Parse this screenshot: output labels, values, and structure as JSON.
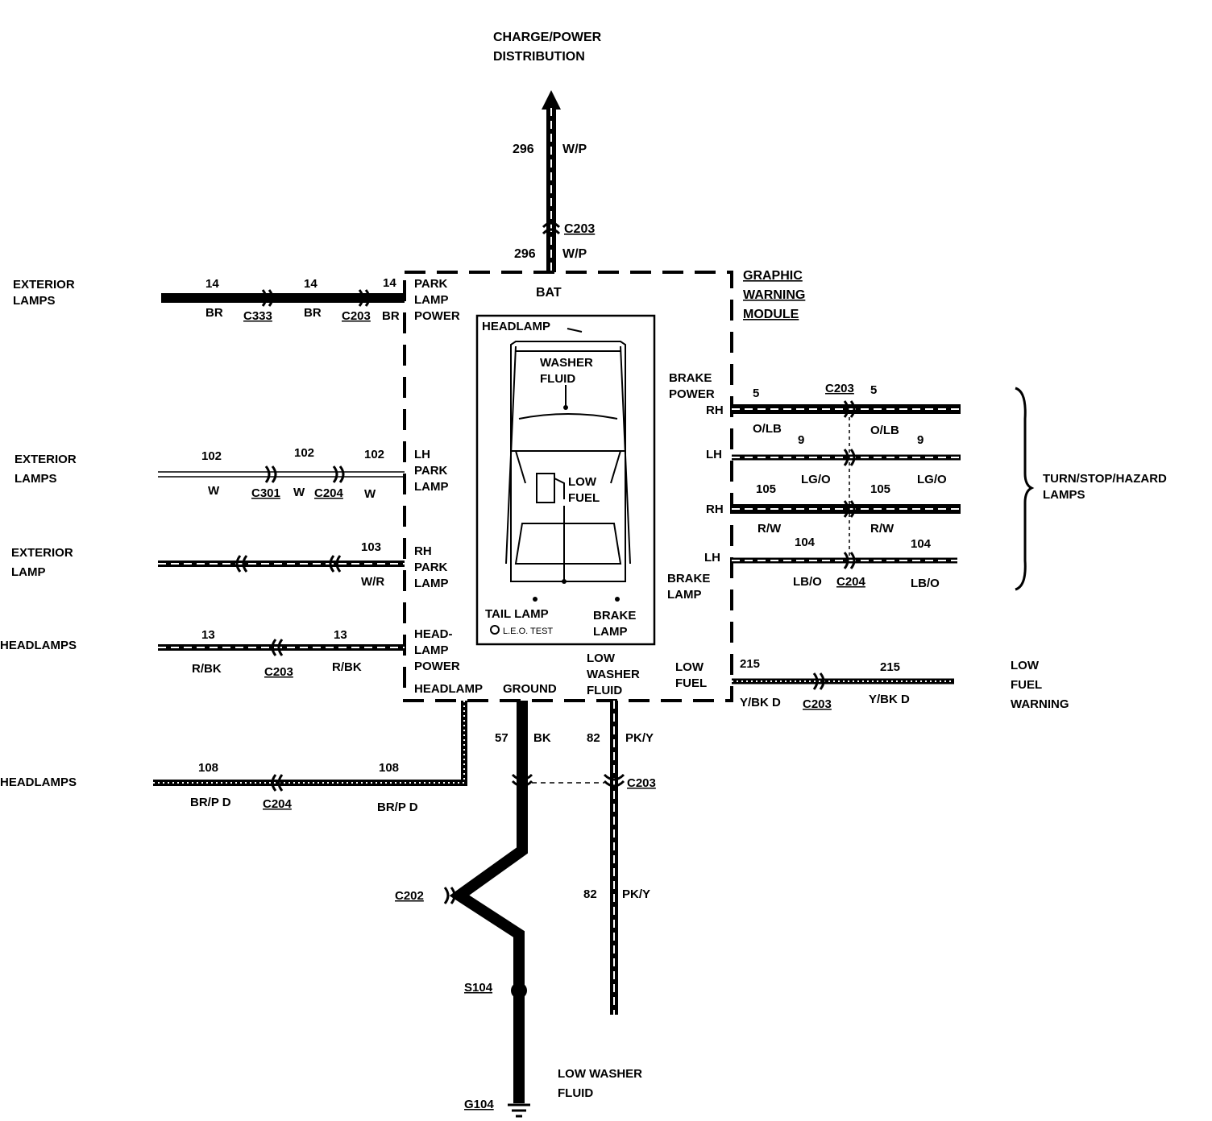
{
  "top": {
    "dest_line1": "CHARGE/POWER",
    "dest_line2": "DISTRIBUTION",
    "circuit": "296",
    "color": "W/P",
    "connector": "C203"
  },
  "module": {
    "title1": "GRAPHIC",
    "title2": "WARNING",
    "title3": "MODULE",
    "bat": "BAT"
  },
  "pins_left": {
    "park_power": [
      "PARK",
      "LAMP",
      "POWER"
    ],
    "lh_park": [
      "LH",
      "PARK",
      "LAMP"
    ],
    "rh_park": [
      "RH",
      "PARK",
      "LAMP"
    ],
    "head_power": [
      "HEAD-",
      "LAMP",
      "POWER"
    ],
    "headlamp": "HEADLAMP",
    "ground": "GROUND",
    "low_washer": [
      "LOW",
      "WASHER",
      "FLUID"
    ]
  },
  "pins_right": {
    "brake_power": [
      "BRAKE",
      "POWER",
      "RH"
    ],
    "lh1": "LH",
    "rh2": "RH",
    "lh2": "LH",
    "brake_lamp": [
      "BRAKE",
      "LAMP"
    ],
    "low_fuel": [
      "LOW",
      "FUEL"
    ]
  },
  "display": {
    "headlamp": "HEADLAMP",
    "washer": [
      "WASHER",
      "FLUID"
    ],
    "low_fuel": [
      "LOW",
      "FUEL"
    ],
    "tail": "TAIL LAMP",
    "brake": [
      "BRAKE",
      "LAMP"
    ],
    "test": "L.E.O. TEST"
  },
  "left_wires": {
    "row1": {
      "dest": [
        "EXTERIOR",
        "LAMPS"
      ],
      "circuits": [
        "14",
        "14",
        "14"
      ],
      "colors": [
        "BR",
        "BR",
        "BR"
      ],
      "connectors": [
        "C333",
        "C203"
      ]
    },
    "row2": {
      "dest": [
        "EXTERIOR",
        "LAMPS"
      ],
      "circuits": [
        "102",
        "102",
        "102"
      ],
      "colors": [
        "W",
        "W",
        "W"
      ],
      "connectors": [
        "C301",
        "C204"
      ]
    },
    "row3": {
      "dest": [
        "EXTERIOR",
        "LAMP"
      ],
      "circuit": "103",
      "color": "W/R"
    },
    "row4": {
      "dest": "HEADLAMPS",
      "circuits": [
        "13",
        "13"
      ],
      "colors": [
        "R/BK",
        "R/BK"
      ],
      "connector": "C203"
    },
    "row5": {
      "dest": "HEADLAMPS",
      "circuits": [
        "108",
        "108"
      ],
      "colors": [
        "BR/P D",
        "BR/P D"
      ],
      "connector": "C204"
    }
  },
  "right_wires": {
    "w5": {
      "circuits": [
        "5",
        "5"
      ],
      "colors": [
        "O/LB",
        "O/LB"
      ],
      "connector": "C203"
    },
    "w9": {
      "circuits": [
        "9",
        "9"
      ],
      "colors": [
        "LG/O",
        "LG/O"
      ]
    },
    "w105": {
      "circuits": [
        "105",
        "105"
      ],
      "colors": [
        "R/W",
        "R/W"
      ]
    },
    "w104": {
      "circuits": [
        "104",
        "104"
      ],
      "colors": [
        "LB/O",
        "LB/O"
      ],
      "connector": "C204"
    },
    "w215": {
      "circuits": [
        "215",
        "215"
      ],
      "colors": [
        "Y/BK D",
        "Y/BK D"
      ],
      "connector": "C203"
    },
    "turn_dest": [
      "TURN/STOP/HAZARD",
      "LAMPS"
    ],
    "fuel_dest": [
      "LOW",
      "FUEL",
      "WARNING"
    ]
  },
  "bottom": {
    "w57": {
      "circuit": "57",
      "color": "BK"
    },
    "w82": {
      "circuit": "82",
      "color": "PK/Y"
    },
    "connector": "C203",
    "c202": "C202",
    "s104": "S104",
    "g104": "G104",
    "w82b": {
      "circuit": "82",
      "color": "PK/Y"
    },
    "note": [
      "LOW WASHER",
      "FLUID"
    ]
  }
}
